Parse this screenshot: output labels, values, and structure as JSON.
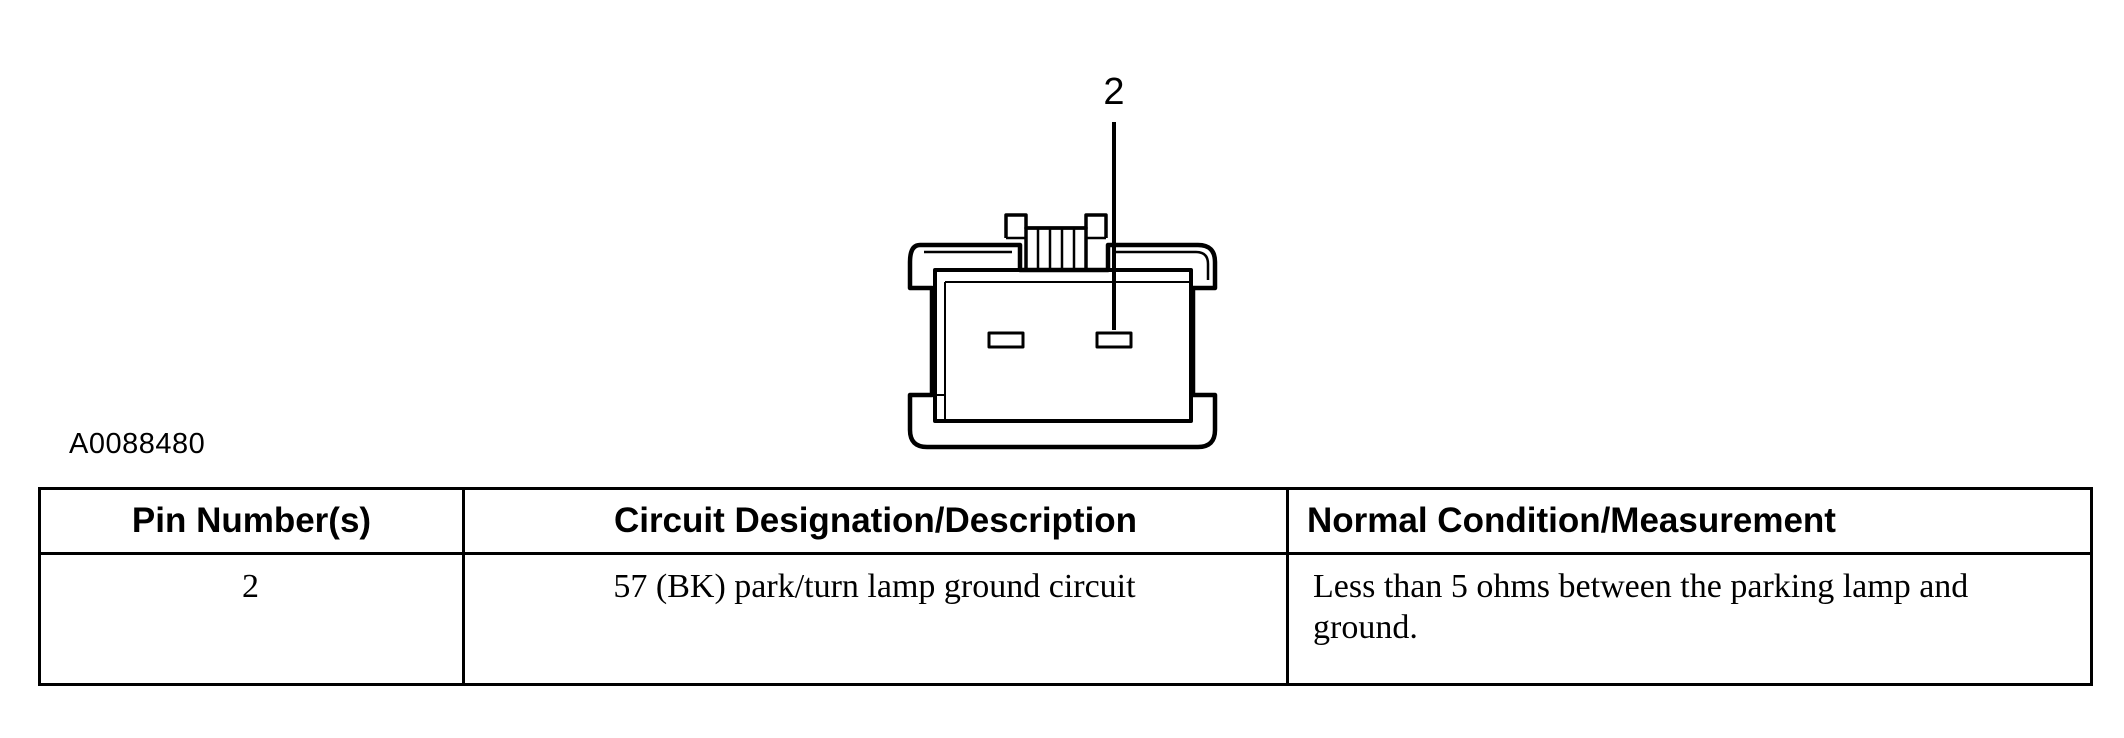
{
  "diagram": {
    "callout_label": "2",
    "figure_id": "A0088480"
  },
  "table": {
    "headers": [
      "Pin Number(s)",
      "Circuit Designation/Description",
      "Normal Condition/Measurement"
    ],
    "rows": [
      {
        "pin": "2",
        "circuit": "57 (BK) park/turn lamp ground circuit",
        "condition": "Less than 5 ohms between the parking lamp and ground."
      }
    ]
  }
}
